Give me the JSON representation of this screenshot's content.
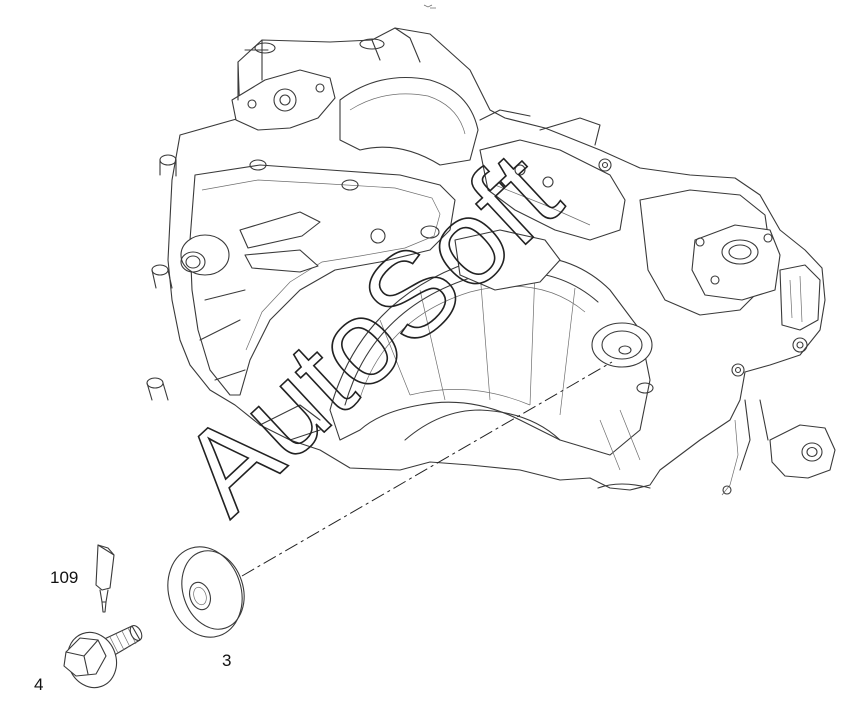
{
  "watermark": "AutoSoft",
  "callouts": {
    "part_109": "109",
    "part_4": "4",
    "part_3": "3"
  },
  "colors": {
    "line": "#3a3a3a",
    "background": "#ffffff"
  }
}
